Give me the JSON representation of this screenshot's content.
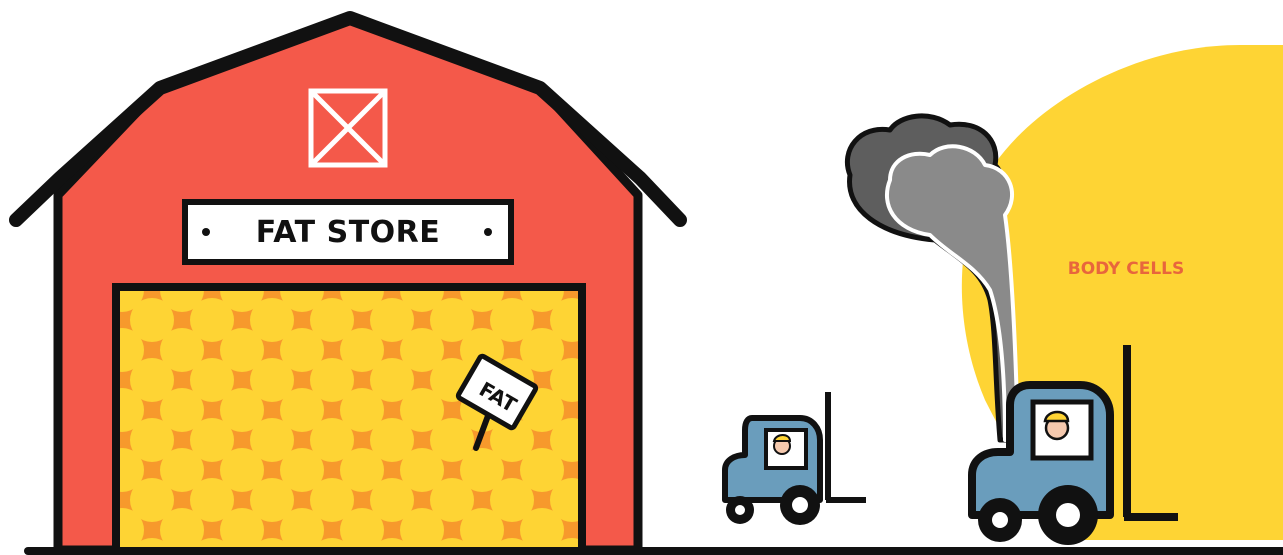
{
  "barn": {
    "sign_label": "FAT STORE",
    "tag_label": "FAT"
  },
  "cells": {
    "label": "BODY CELLS"
  },
  "colors": {
    "barn_red": "#f4594a",
    "door_orange": "#f7992c",
    "door_yellow": "#fed434",
    "cells_yellow": "#fed434",
    "smoke_dark": "#5e5e5e",
    "smoke_light": "#8a8a8a",
    "forklift_blue": "#6a9dbc",
    "label_orange": "#e8663c",
    "outline": "#111111"
  }
}
